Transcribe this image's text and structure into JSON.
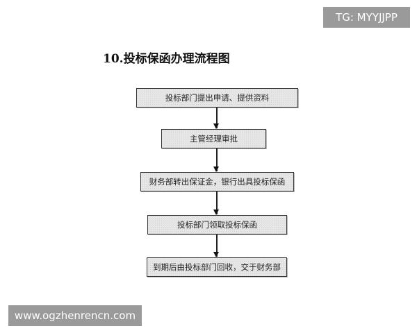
{
  "title": "10.投标保函办理流程图",
  "steps": [
    "投标部门提出申请、提供资料",
    "主管经理审批",
    "财务部转出保证金，银行出具投标保函",
    "投标部门领取投标保函",
    "到期后由投标部门回收，交于财务部"
  ],
  "watermarks": {
    "top_right": "TG: MYYJJPP",
    "bottom_left": "www.ogzhenrencn.com"
  }
}
